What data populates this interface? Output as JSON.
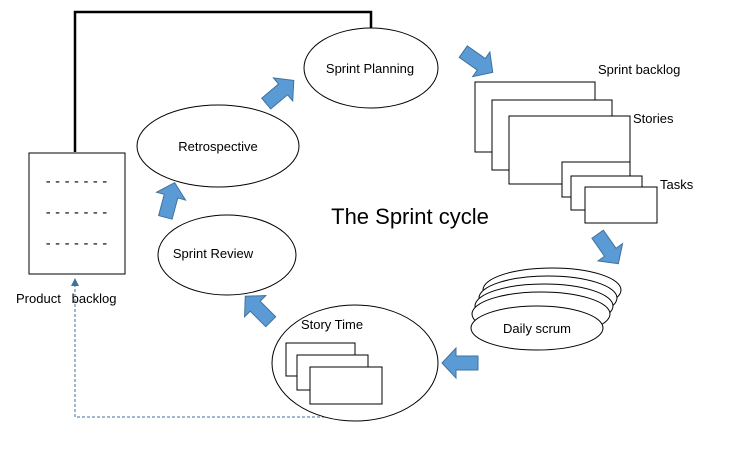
{
  "diagram": {
    "title": "The Sprint cycle",
    "nodes": {
      "product_backlog": {
        "label": "Product   backlog",
        "lines": [
          "-------",
          "-------",
          "-------"
        ]
      },
      "sprint_planning": {
        "label": "Sprint Planning"
      },
      "sprint_backlog": {
        "label": "Sprint backlog"
      },
      "stories": {
        "label": "Stories"
      },
      "tasks": {
        "label": "Tasks"
      },
      "daily_scrum": {
        "label": "Daily scrum"
      },
      "story_time": {
        "label": "Story Time"
      },
      "sprint_review": {
        "label": "Sprint Review"
      },
      "retrospective": {
        "label": "Retrospective"
      }
    },
    "colors": {
      "arrow_fill": "#5b9bd5",
      "arrow_stroke": "#41719c",
      "stroke": "#000000"
    }
  }
}
